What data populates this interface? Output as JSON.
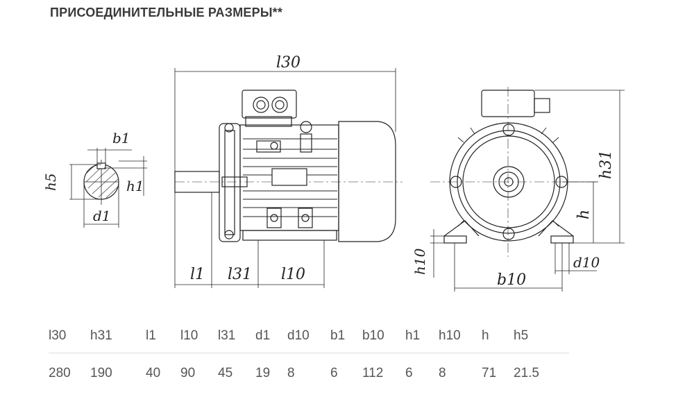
{
  "heading": "ПРИСОЕДИНИТЕЛЬНЫЕ РАЗМЕРЫ**",
  "drawing_labels": {
    "l30": "l30",
    "b1": "b1",
    "h5": "h5",
    "h1": "h1",
    "d1": "d1",
    "l1": "l1",
    "l31": "l31",
    "l10": "l10",
    "h31": "h31",
    "h": "h",
    "h10": "h10",
    "d10": "d10",
    "b10": "b10"
  },
  "table": {
    "headers": [
      "l30",
      "h31",
      "l1",
      "l10",
      "l31",
      "d1",
      "d10",
      "b1",
      "b10",
      "h1",
      "h10",
      "h",
      "h5"
    ],
    "values": [
      "280",
      "190",
      "40",
      "90",
      "45",
      "19",
      "8",
      "6",
      "112",
      "6",
      "8",
      "71",
      "21.5"
    ]
  }
}
